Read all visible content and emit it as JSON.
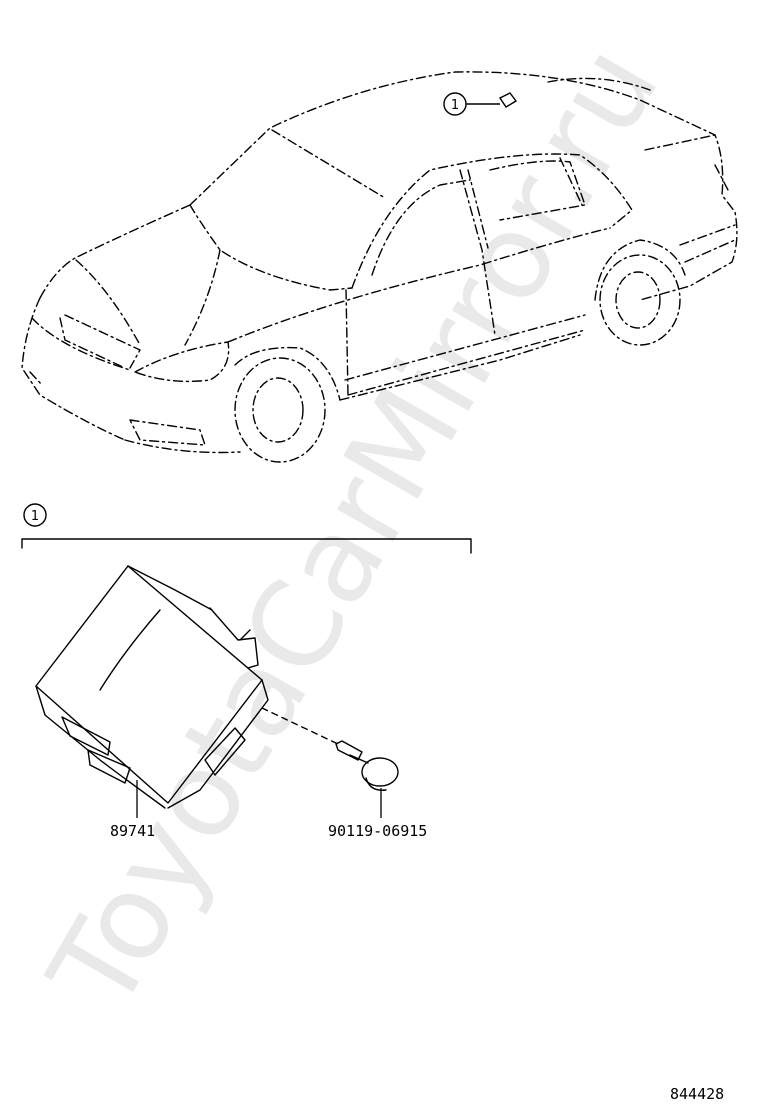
{
  "watermark": "ToyotaCarMirror.ru",
  "callouts": {
    "car_callout": "1",
    "section_callout": "1"
  },
  "parts": [
    {
      "number": "89741"
    },
    {
      "number": "90119-06915"
    }
  ],
  "diagram_id": "844428"
}
